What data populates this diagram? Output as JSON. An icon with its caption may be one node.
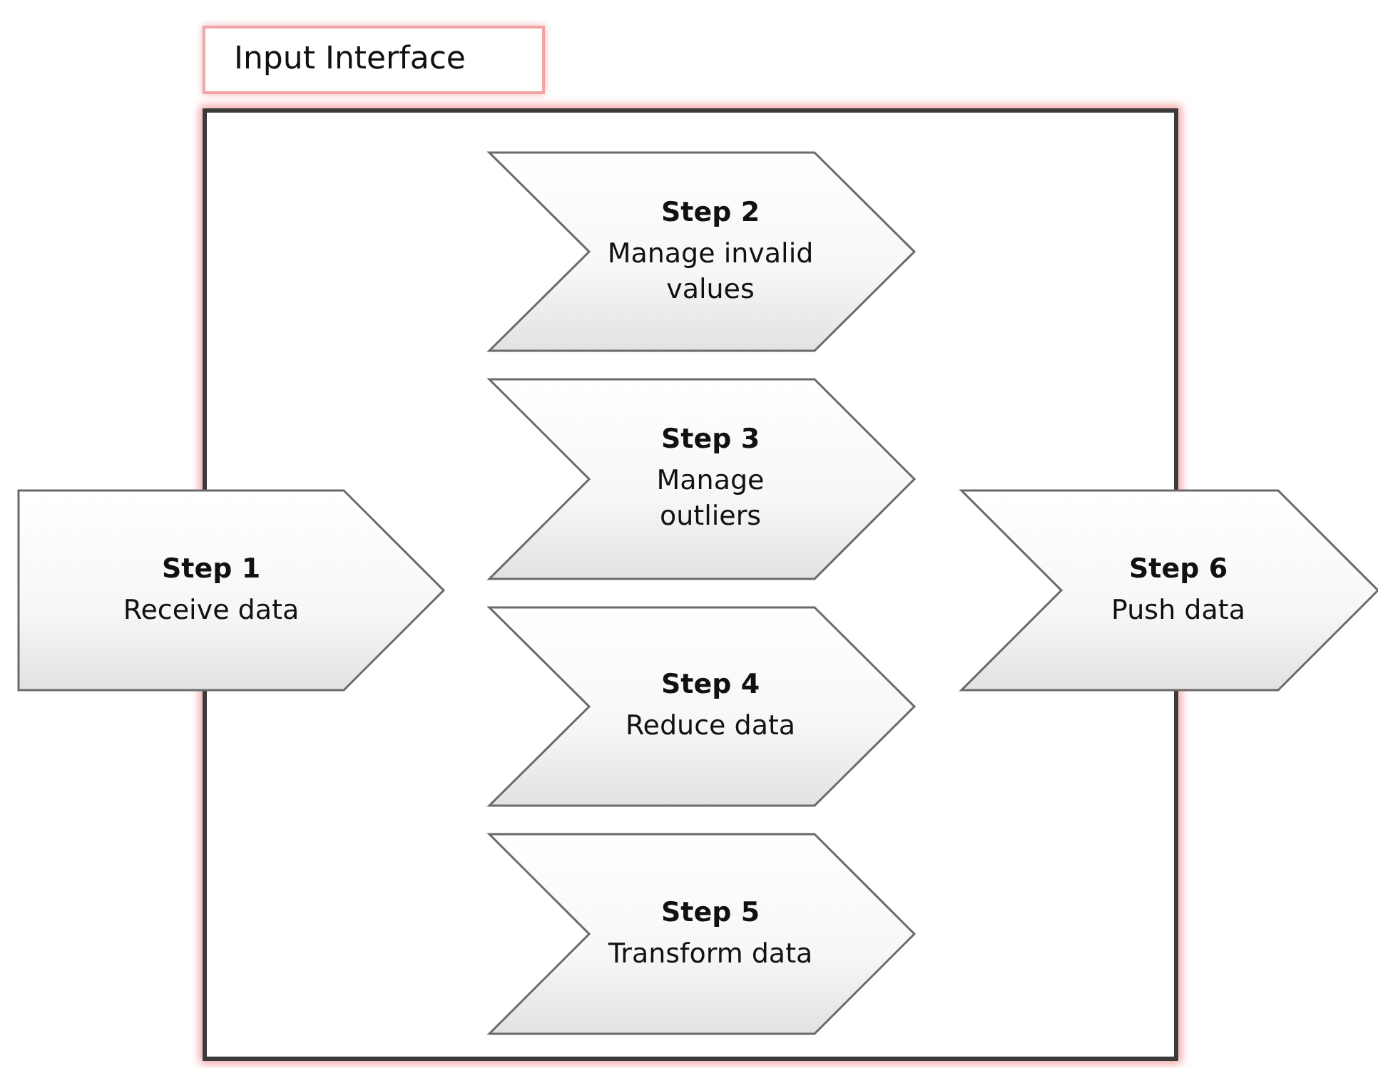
{
  "diagram": {
    "nodes": [
      {
        "text": [
          "Input Interface"
        ]
      },
      {
        "text": [
          "Step 1",
          "Receive data"
        ]
      },
      {
        "text": [
          "Step 2",
          "Manage invalid values"
        ],
        "in": 0
      },
      {
        "text": [
          "Step 3",
          "Manage outliers"
        ],
        "in": 0
      },
      {
        "text": [
          "Step 4",
          "Reduce data"
        ],
        "in": 0
      },
      {
        "text": [
          "Step 5",
          "Transform data"
        ],
        "in": 0
      },
      {
        "text": [
          "Step 6",
          "Push data"
        ]
      }
    ]
  }
}
